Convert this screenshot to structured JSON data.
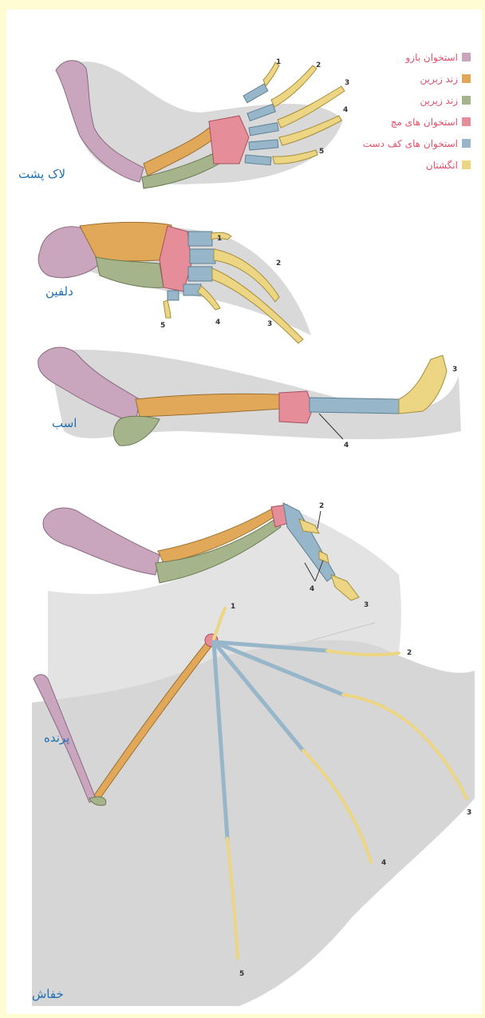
{
  "colors": {
    "humerus": "#c9a6bd",
    "radius": "#e2a859",
    "ulna": "#a5b48a",
    "carpals": "#e58d99",
    "metacarpals": "#97b6c9",
    "phalanges": "#ecd583",
    "membrane": "#cccccc",
    "label": "#1f6fb2",
    "legend_text": "#e2506a",
    "frame": "#fffbd3"
  },
  "legend": [
    {
      "label": "استخوان بازو",
      "color_key": "humerus"
    },
    {
      "label": "زند زبرین",
      "color_key": "radius"
    },
    {
      "label": "زند زیرین",
      "color_key": "ulna"
    },
    {
      "label": "استخوان های مچ",
      "color_key": "carpals"
    },
    {
      "label": "استخوان های کف دست",
      "color_key": "metacarpals"
    },
    {
      "label": "انگشتان",
      "color_key": "phalanges"
    }
  ],
  "animals": {
    "turtle": "لاک پشت",
    "dolphin": "دلفین",
    "horse": "اسب",
    "bird": "پرنده",
    "bat": "خفاش"
  },
  "digit_numbers": {
    "turtle": [
      "1",
      "2",
      "3",
      "4",
      "5"
    ],
    "dolphin": [
      "1",
      "2",
      "3",
      "4",
      "5"
    ],
    "horse": [
      "3",
      "4"
    ],
    "bird": [
      "2",
      "3",
      "4"
    ],
    "bat": [
      "1",
      "2",
      "3",
      "4",
      "5"
    ]
  }
}
